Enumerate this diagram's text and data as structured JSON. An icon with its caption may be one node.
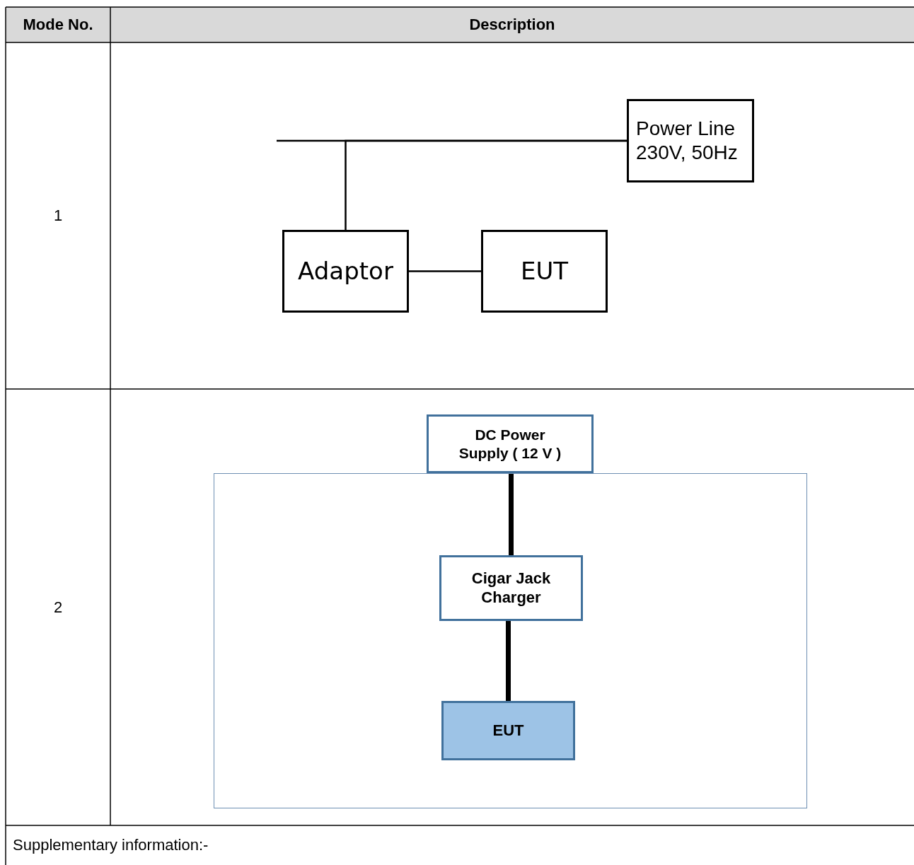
{
  "diagram": {
    "nodes": [
      {
        "text": [
          "Power Line 230V, 50Hz"
        ]
      },
      {
        "text": [
          "Adaptor"
        ]
      },
      {
        "text": [
          "EUT"
        ]
      },
      {
        "text": [
          "DC Power Supply ( 12 V )"
        ]
      },
      {
        "text": [],
        "shape": "box"
      },
      {
        "text": [
          "Cigar Jack Charger"
        ],
        "in": 4
      },
      {
        "text": [
          "EUT"
        ],
        "in": 4
      }
    ],
    "edges": [
      {
        "from": null,
        "to": 0,
        "arrow": "none"
      },
      {
        "from": 1,
        "to": 0,
        "arrow": "none"
      },
      {
        "from": 1,
        "to": 2,
        "arrow": "none"
      },
      {
        "from": 3,
        "to": 5,
        "arrow": "none",
        "style": "thick"
      },
      {
        "from": 5,
        "to": 6,
        "arrow": "none",
        "style": "thick"
      }
    ],
    "labels": [
      "Mode No.",
      "Description",
      "1",
      "2",
      "Supplementary information:-"
    ]
  }
}
